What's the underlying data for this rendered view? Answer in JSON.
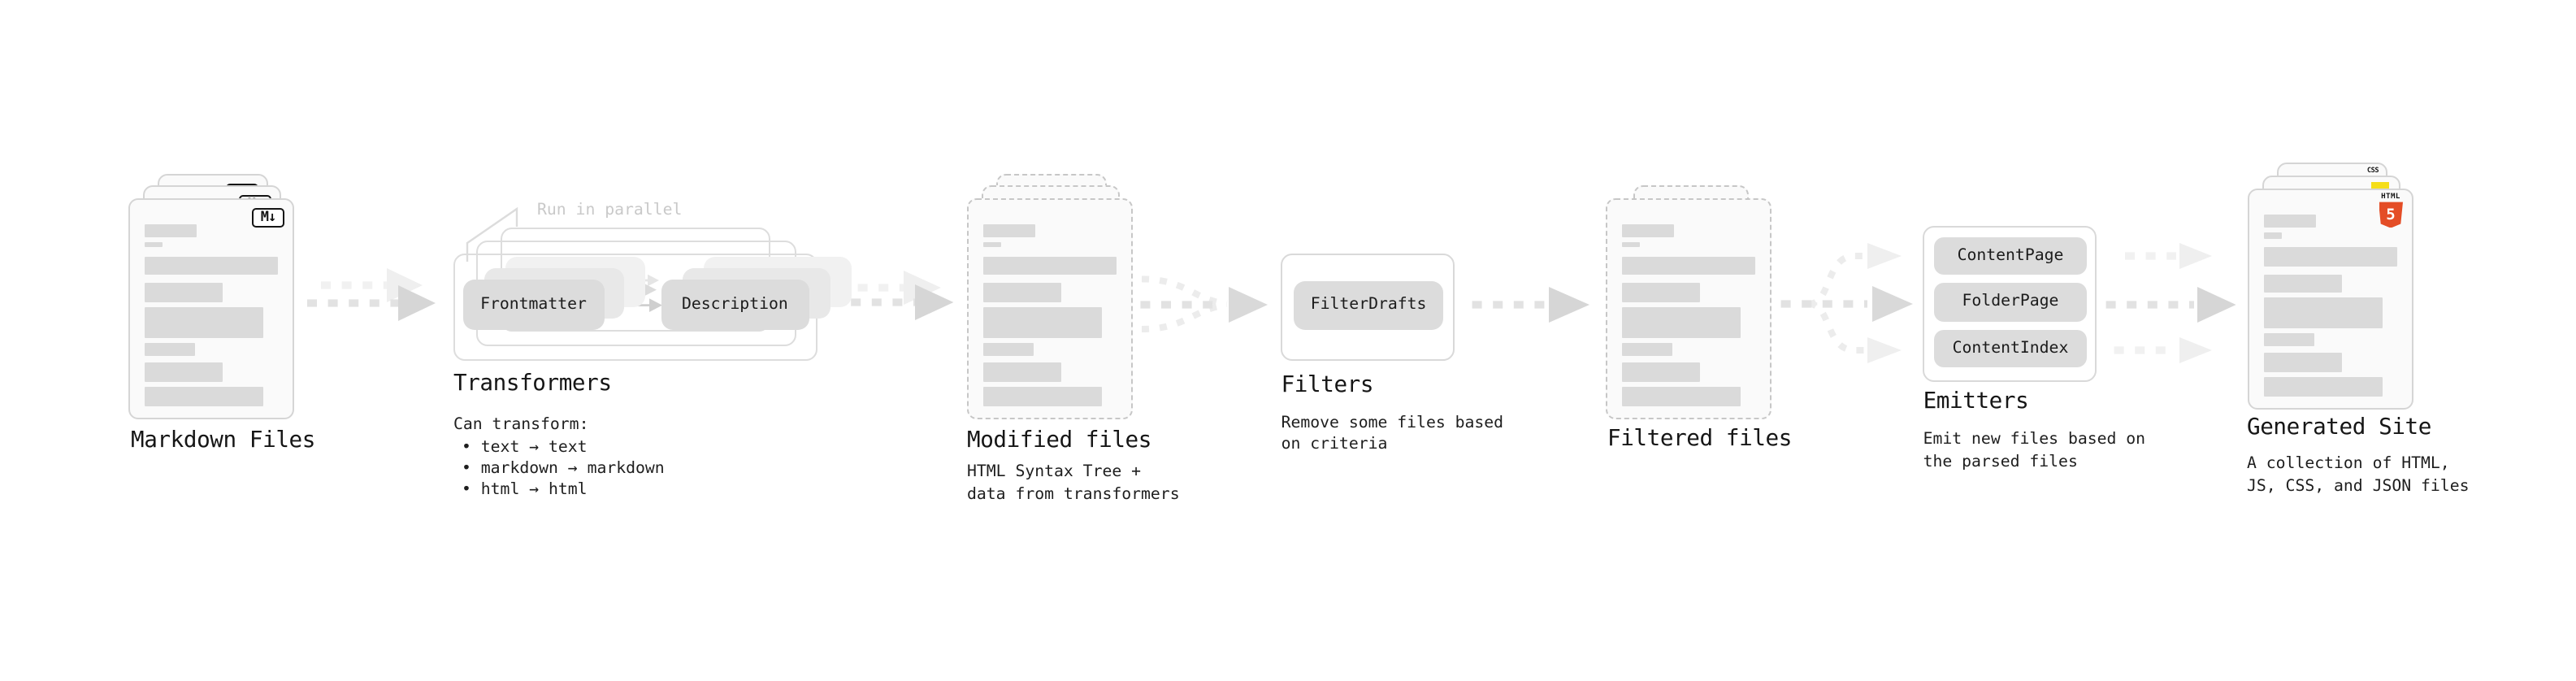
{
  "diagram": {
    "stages": [
      {
        "id": "markdown-files",
        "label": "Markdown Files",
        "badge": "M↓"
      },
      {
        "id": "transformers",
        "label": "Transformers",
        "annotation": "Run in parallel",
        "nodes": [
          "Frontmatter",
          "Description"
        ],
        "description_title": "Can transform:",
        "bullets": [
          "• text → text",
          "• markdown → markdown",
          "• html → html"
        ]
      },
      {
        "id": "modified-files",
        "label": "Modified files",
        "description": [
          "HTML Syntax Tree +",
          "data from transformers"
        ]
      },
      {
        "id": "filters",
        "label": "Filters",
        "nodes": [
          "FilterDrafts"
        ],
        "description": [
          "Remove some files based",
          "on criteria"
        ]
      },
      {
        "id": "filtered-files",
        "label": "Filtered files"
      },
      {
        "id": "emitters",
        "label": "Emitters",
        "nodes": [
          "ContentPage",
          "FolderPage",
          "ContentIndex"
        ],
        "description": [
          "Emit new files based on",
          "the parsed files"
        ]
      },
      {
        "id": "generated-site",
        "label": "Generated Site",
        "description": [
          "A collection of HTML,",
          "JS, CSS, and JSON files"
        ],
        "file_badges": {
          "html": {
            "wordmark": "HTML",
            "numeral": "5"
          },
          "css": "CSS"
        }
      }
    ],
    "colors": {
      "html5_orange": "#e44d26",
      "js_yellow": "#f5de19",
      "css_blue": "#2965f1",
      "node_fill": "#dcdcdc",
      "card_fill": "#fafafa",
      "text": "#1b1b1b",
      "annotation_muted": "#c9c9c9"
    }
  }
}
